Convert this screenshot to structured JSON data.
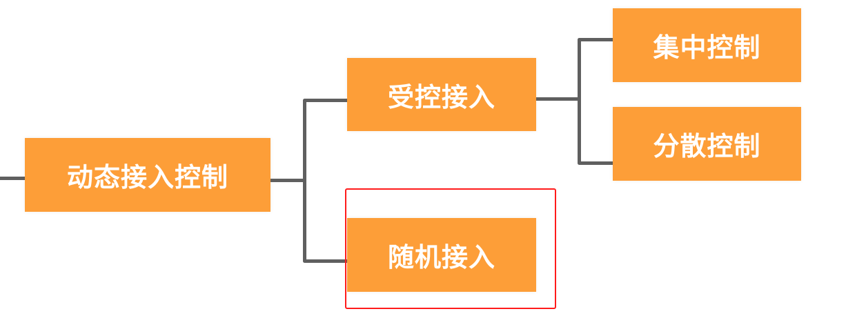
{
  "diagram": {
    "type": "mind-map-tree",
    "colors": {
      "node_fill": "#fd9e38",
      "node_text": "#ffffff",
      "connector": "#5f5f5f",
      "highlight_border": "#ff1a1a",
      "background": "#ffffff"
    },
    "root": {
      "label": "动态接入控制",
      "children": [
        {
          "label": "受控接入",
          "children": [
            {
              "label": "集中控制"
            },
            {
              "label": "分散控制"
            }
          ]
        },
        {
          "label": "随机接入",
          "highlighted": true
        }
      ]
    }
  }
}
